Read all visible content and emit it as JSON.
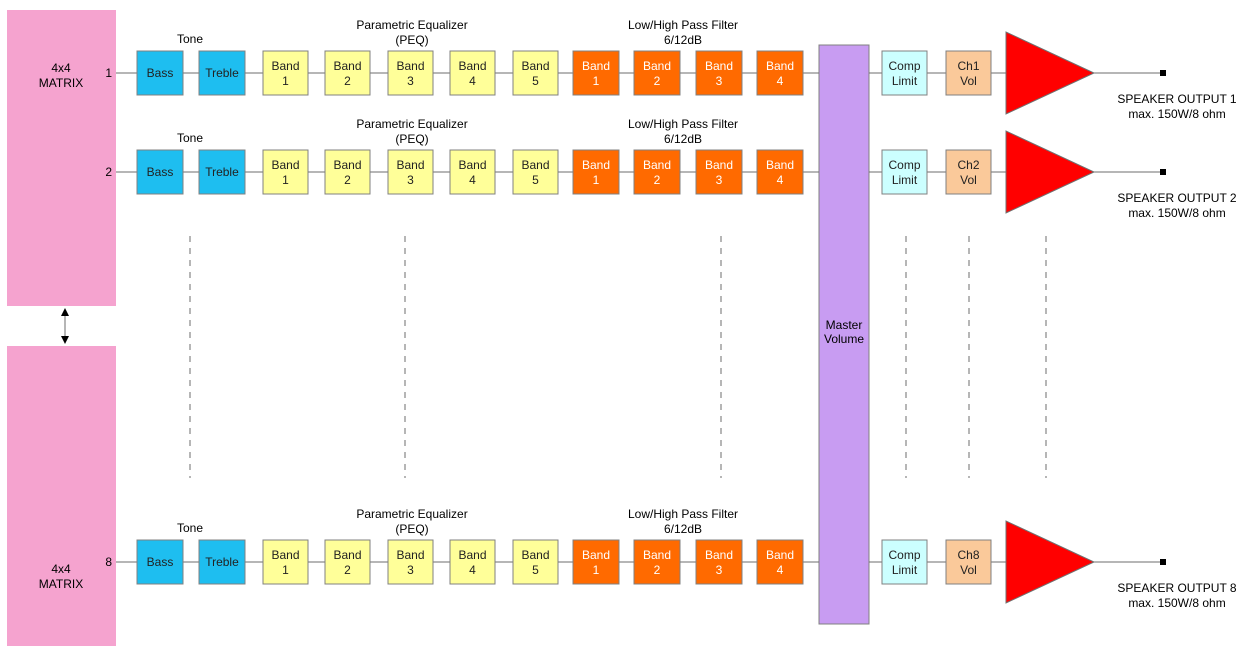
{
  "matrix_top": {
    "line1": "4x4",
    "line2": "MATRIX",
    "color": "#f5a3cf"
  },
  "matrix_bottom": {
    "line1": "4x4",
    "line2": "MATRIX",
    "color": "#f5a3cf"
  },
  "master_volume": {
    "line1": "Master",
    "line2": "Volume",
    "color": "#c89cf2"
  },
  "colors": {
    "tone": "#1ebef0",
    "peq": "#ffff99",
    "filter": "#ff6a00",
    "comp": "#ccffff",
    "vol": "#fac99a",
    "amp": "#ff0000",
    "line": "#6e6e6e",
    "dash": "#6e6e6e"
  },
  "channels": [
    {
      "num": "1",
      "tone_title": "Tone",
      "peq_title": [
        "Parametric Equalizer",
        "(PEQ)"
      ],
      "filter_title": [
        "Low/High Pass Filter",
        "6/12dB"
      ],
      "bass": "Bass",
      "treble": "Treble",
      "peq_bands": [
        [
          "Band",
          "1"
        ],
        [
          "Band",
          "2"
        ],
        [
          "Band",
          "3"
        ],
        [
          "Band",
          "4"
        ],
        [
          "Band",
          "5"
        ]
      ],
      "filter_bands": [
        [
          "Band",
          "1"
        ],
        [
          "Band",
          "2"
        ],
        [
          "Band",
          "3"
        ],
        [
          "Band",
          "4"
        ]
      ],
      "comp": [
        "Comp",
        "Limit"
      ],
      "vol": [
        "Ch1",
        "Vol"
      ],
      "output": [
        "SPEAKER OUTPUT 1",
        "max. 150W/8 ohm"
      ]
    },
    {
      "num": "2",
      "tone_title": "Tone",
      "peq_title": [
        "Parametric Equalizer",
        "(PEQ)"
      ],
      "filter_title": [
        "Low/High Pass Filter",
        "6/12dB"
      ],
      "bass": "Bass",
      "treble": "Treble",
      "peq_bands": [
        [
          "Band",
          "1"
        ],
        [
          "Band",
          "2"
        ],
        [
          "Band",
          "3"
        ],
        [
          "Band",
          "4"
        ],
        [
          "Band",
          "5"
        ]
      ],
      "filter_bands": [
        [
          "Band",
          "1"
        ],
        [
          "Band",
          "2"
        ],
        [
          "Band",
          "3"
        ],
        [
          "Band",
          "4"
        ]
      ],
      "comp": [
        "Comp",
        "Limit"
      ],
      "vol": [
        "Ch2",
        "Vol"
      ],
      "output": [
        "SPEAKER OUTPUT 2",
        "max. 150W/8 ohm"
      ]
    },
    {
      "num": "8",
      "tone_title": "Tone",
      "peq_title": [
        "Parametric Equalizer",
        "(PEQ)"
      ],
      "filter_title": [
        "Low/High Pass Filter",
        "6/12dB"
      ],
      "bass": "Bass",
      "treble": "Treble",
      "peq_bands": [
        [
          "Band",
          "1"
        ],
        [
          "Band",
          "2"
        ],
        [
          "Band",
          "3"
        ],
        [
          "Band",
          "4"
        ],
        [
          "Band",
          "5"
        ]
      ],
      "filter_bands": [
        [
          "Band",
          "1"
        ],
        [
          "Band",
          "2"
        ],
        [
          "Band",
          "3"
        ],
        [
          "Band",
          "4"
        ]
      ],
      "comp": [
        "Comp",
        "Limit"
      ],
      "vol": [
        "Ch8",
        "Vol"
      ],
      "output": [
        "SPEAKER OUTPUT 8",
        "max. 150W/8 ohm"
      ]
    }
  ]
}
